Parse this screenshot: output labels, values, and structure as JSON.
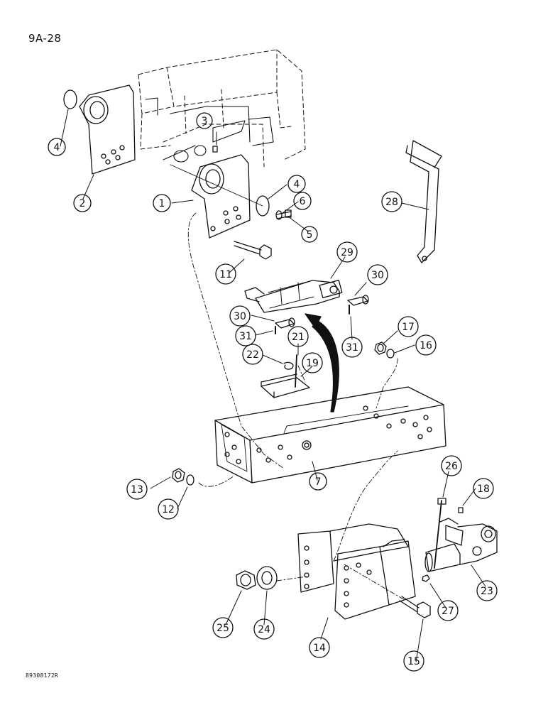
{
  "page": {
    "code": "9A-28",
    "figure_id": "89308172R"
  },
  "callouts": [
    {
      "label": "1"
    },
    {
      "label": "2"
    },
    {
      "label": "3"
    },
    {
      "label": "4"
    },
    {
      "label": "4"
    },
    {
      "label": "5"
    },
    {
      "label": "6"
    },
    {
      "label": "7"
    },
    {
      "label": "11"
    },
    {
      "label": "12"
    },
    {
      "label": "13"
    },
    {
      "label": "14"
    },
    {
      "label": "15"
    },
    {
      "label": "16"
    },
    {
      "label": "17"
    },
    {
      "label": "18"
    },
    {
      "label": "19"
    },
    {
      "label": "21"
    },
    {
      "label": "22"
    },
    {
      "label": "23"
    },
    {
      "label": "24"
    },
    {
      "label": "25"
    },
    {
      "label": "26"
    },
    {
      "label": "27"
    },
    {
      "label": "28"
    },
    {
      "label": "29"
    },
    {
      "label": "30"
    },
    {
      "label": "30"
    },
    {
      "label": "31"
    },
    {
      "label": "31"
    }
  ]
}
